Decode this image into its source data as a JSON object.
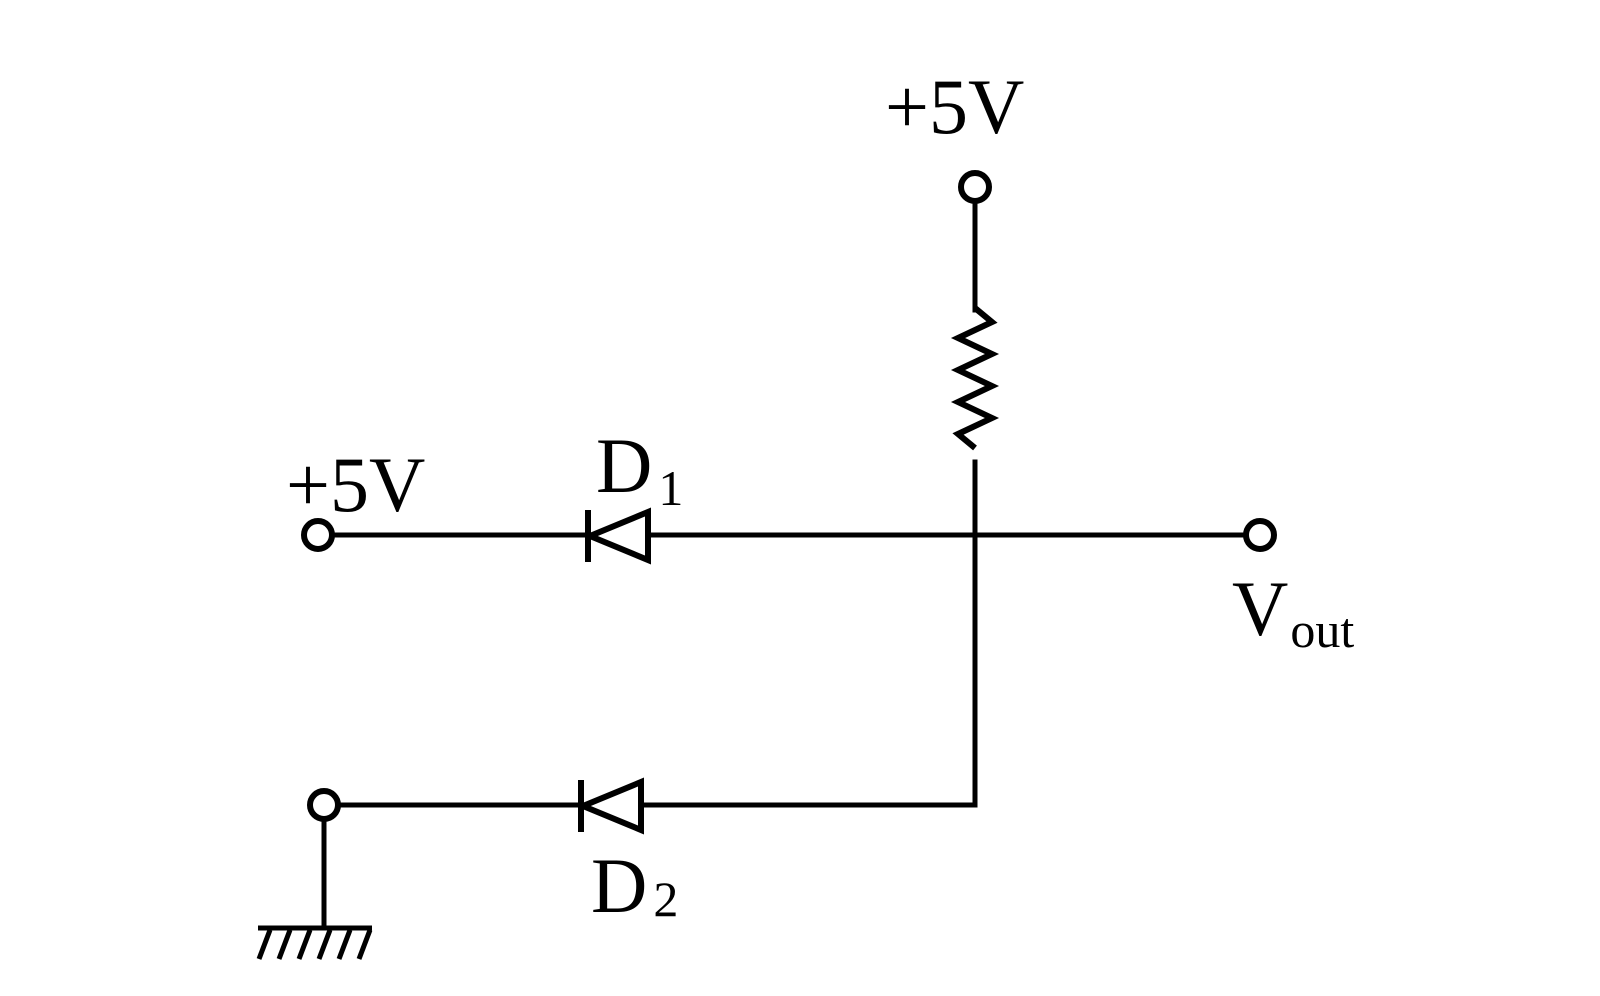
{
  "diagram": {
    "top_supply_label": "+5V",
    "left_supply_label": "+5V",
    "diode1": {
      "label": "D",
      "subscript": "1"
    },
    "diode2": {
      "label": "D",
      "subscript": "2"
    },
    "output": {
      "label": "V",
      "subscript": "out"
    }
  }
}
